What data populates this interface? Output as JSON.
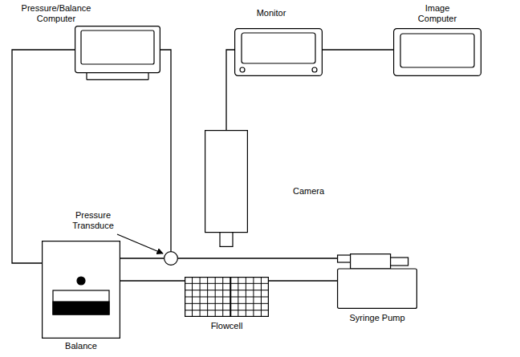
{
  "diagram": {
    "nodes": [
      {
        "text": [
          "Pressure/Balance Computer"
        ]
      },
      {
        "text": [
          "Monitor"
        ]
      },
      {
        "text": [
          "Image Computer"
        ]
      },
      {
        "text": [
          "Camera"
        ]
      },
      {
        "text": [
          "Pressure Transduce"
        ]
      },
      {
        "text": [
          "Balance"
        ]
      },
      {
        "text": [
          "Flowcell"
        ]
      },
      {
        "text": [
          "Syringe Pump"
        ]
      }
    ],
    "edges": [
      {
        "from": 0,
        "to": 5,
        "arrow": "none"
      },
      {
        "from": 0,
        "to": 4,
        "arrow": "none"
      },
      {
        "from": 1,
        "to": 2,
        "arrow": "none"
      },
      {
        "from": 3,
        "to": 1,
        "arrow": "none"
      },
      {
        "from": 4,
        "to": 7,
        "arrow": "none"
      },
      {
        "from": 4,
        "to": 5,
        "arrow": "none"
      },
      {
        "from": 5,
        "to": 6,
        "arrow": "none"
      },
      {
        "from": 6,
        "to": 7,
        "arrow": "none"
      }
    ]
  }
}
